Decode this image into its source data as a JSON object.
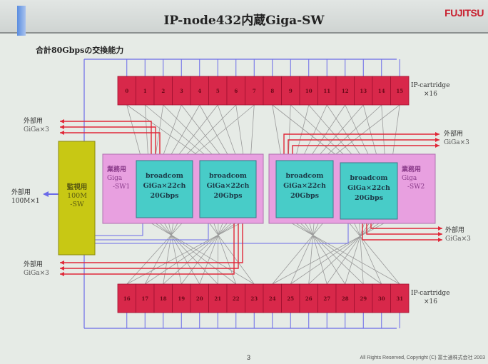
{
  "header": {
    "title": "IP-node432内蔵Giga-SW",
    "logo": "FUJITSU"
  },
  "subtitle": "合計80Gbpsの交換能力",
  "cartridges_top": {
    "cells": [
      "0",
      "1",
      "2",
      "3",
      "4",
      "5",
      "6",
      "7",
      "8",
      "9",
      "10",
      "11",
      "12",
      "13",
      "14",
      "15"
    ],
    "label": "IP-cartridge",
    "count": "×16"
  },
  "cartridges_bottom": {
    "cells": [
      "16",
      "17",
      "18",
      "19",
      "20",
      "21",
      "22",
      "23",
      "24",
      "25",
      "26",
      "27",
      "28",
      "29",
      "30",
      "31"
    ],
    "label": "IP-cartridge",
    "count": "×16"
  },
  "monitor_switch": {
    "line1": "監視用",
    "line2": "100M",
    "line3": "-SW"
  },
  "external_100m": {
    "line1": "外部用",
    "line2": "100M×1"
  },
  "sw1": {
    "line1": "業務用",
    "line2": "Giga",
    "line3": "-SW1"
  },
  "sw2": {
    "line1": "業務用",
    "line2": "Giga",
    "line3": "-SW2"
  },
  "chip": {
    "line1": "broadcom",
    "line2": "GiGa×22ch",
    "line3": "20Gbps"
  },
  "external_giga": {
    "line1": "外部用",
    "line2": "GiGa×3"
  },
  "footer": {
    "page": "3",
    "copyright": "All Rights Reserved, Copyright (C) 富士通株式会社 2003"
  },
  "colors": {
    "cartridge": "#d8284a",
    "monitor": "#c8c814",
    "switch": "#e8a0e0",
    "chip": "#48ccc8",
    "link": "#e02838",
    "mgmt": "#6a6ae8"
  }
}
